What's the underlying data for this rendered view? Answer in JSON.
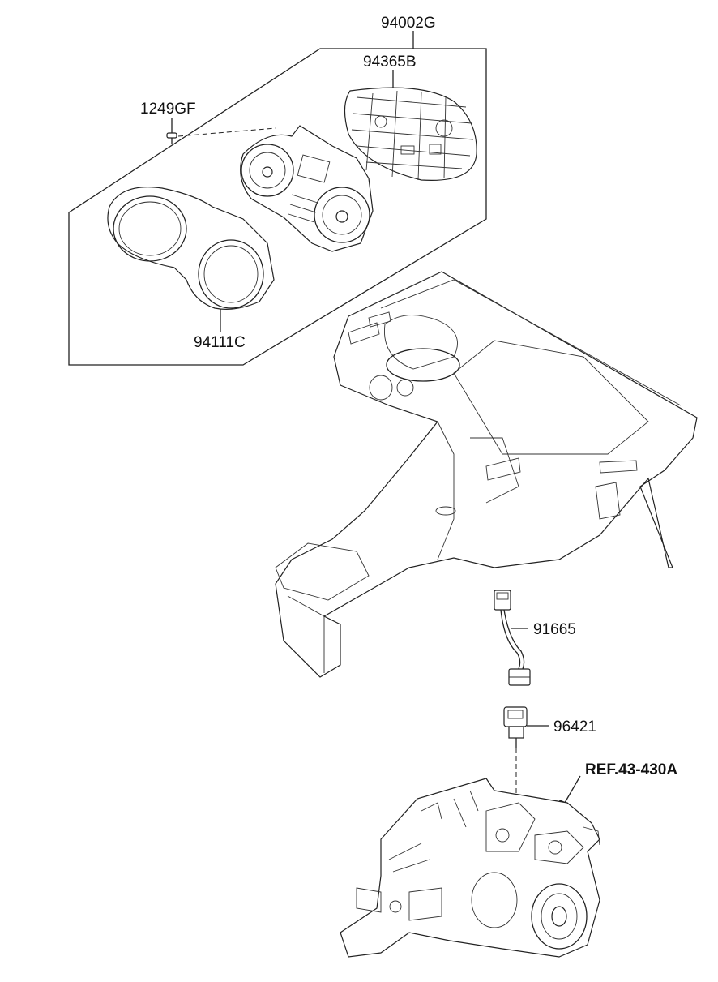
{
  "labels": {
    "assembly": "94002G",
    "case": "94365B",
    "screw": "1249GF",
    "lens": "94111C",
    "harness": "91665",
    "sensor": "96421",
    "reference": "REF.43-430A"
  },
  "colors": {
    "line": "#222222",
    "text": "#111111",
    "background": "#ffffff"
  }
}
